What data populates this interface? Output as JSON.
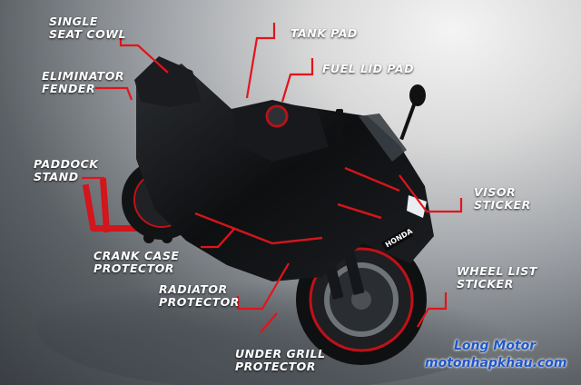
{
  "labels": {
    "single_seat_cowl": [
      "SINGLE",
      "SEAT COWL"
    ],
    "tank_pad": [
      "TANK PAD"
    ],
    "fuel_lid_pad": [
      "FUEL LID PAD"
    ],
    "eliminator_fender": [
      "ELIMINATOR",
      "FENDER"
    ],
    "paddock_stand": [
      "PADDOCK",
      "STAND"
    ],
    "visor_sticker": [
      "VISOR",
      "STICKER"
    ],
    "crank_case_protector": [
      "CRANK CASE",
      "PROTECTOR"
    ],
    "radiator_protector": [
      "RADIATOR",
      "PROTECTOR"
    ],
    "wheel_list_sticker": [
      "WHEEL LIST",
      "STICKER"
    ],
    "under_grill_protector": [
      "UNDER GRILL",
      "PROTECTOR"
    ]
  },
  "watermark": {
    "line1": "Long Motor",
    "line2": "motonhapkhau.com"
  },
  "bike_logo": "HONDA",
  "colors": {
    "leader_red": "#e2141b",
    "label_white": "#ffffff",
    "watermark_blue": "#1f57c9"
  }
}
